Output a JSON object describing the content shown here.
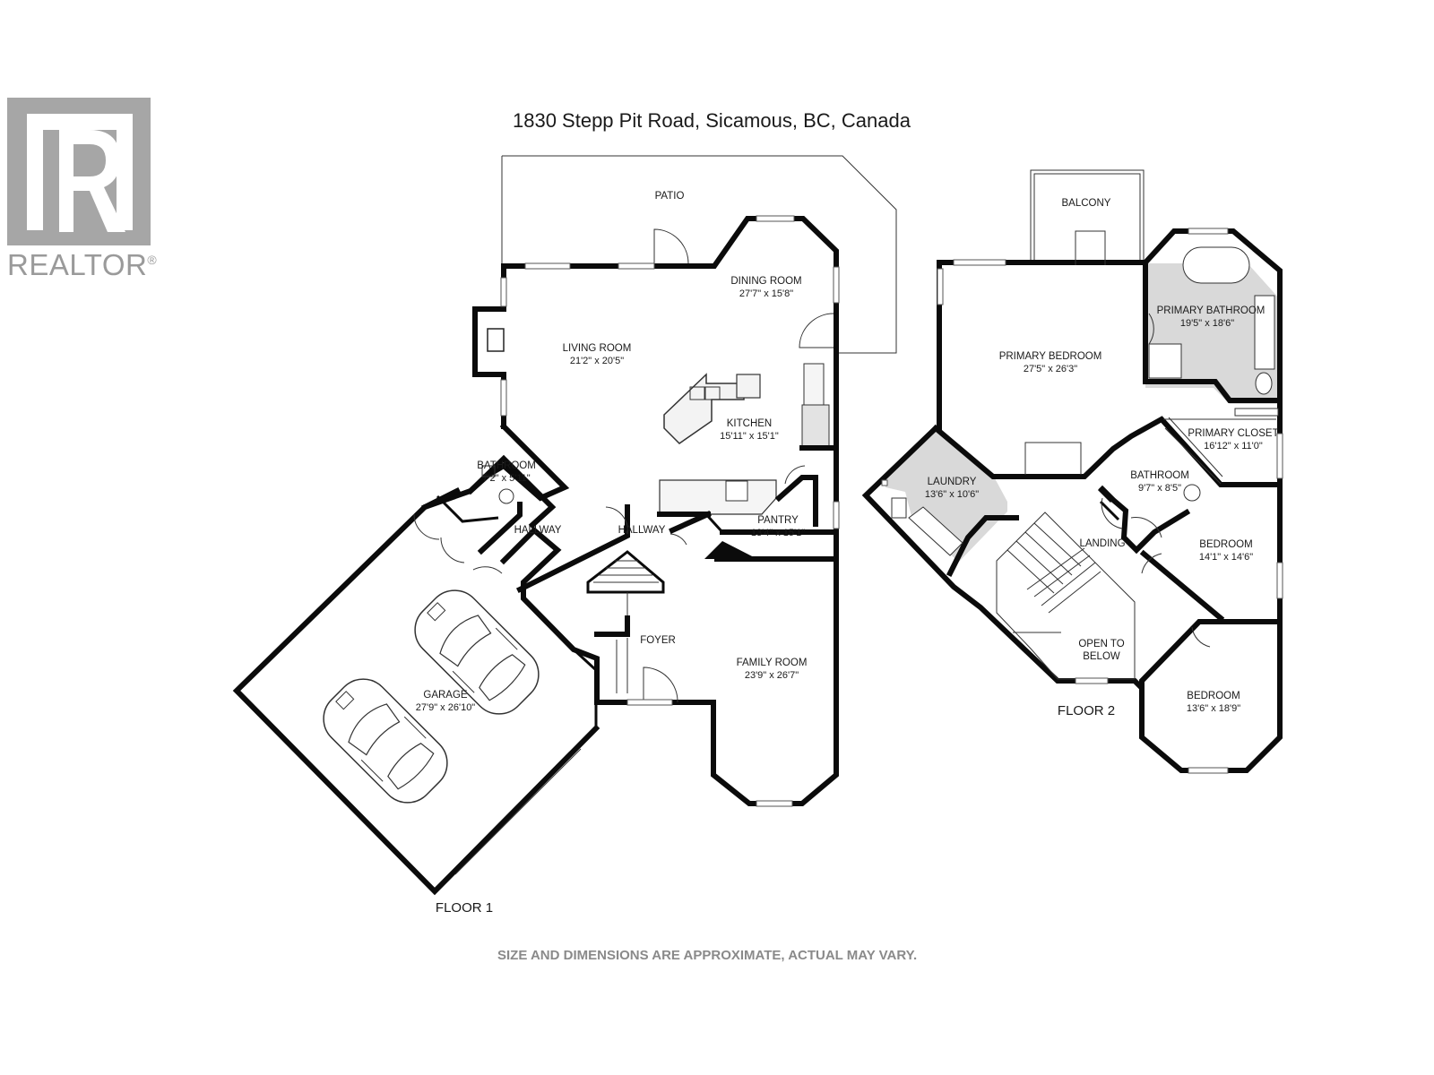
{
  "branding": {
    "logo_text": "REALTOR",
    "logo_mark": "®"
  },
  "title": "1830 Stepp Pit Road, Sicamous, BC, Canada",
  "disclaimer": "SIZE AND DIMENSIONS ARE APPROXIMATE, ACTUAL MAY VARY.",
  "floors": [
    {
      "label": "FLOOR 1",
      "rooms": [
        {
          "name": "PATIO",
          "dims": ""
        },
        {
          "name": "DINING ROOM",
          "dims": "27'7\" x 15'8\""
        },
        {
          "name": "LIVING ROOM",
          "dims": "21'2\" x 20'5\""
        },
        {
          "name": "KITCHEN",
          "dims": "15'11\" x 15'1\""
        },
        {
          "name": "BATHROOM",
          "dims": "7'2\" x 5'11\""
        },
        {
          "name": "HALLWAY",
          "dims": ""
        },
        {
          "name": "HALLWAY",
          "dims": ""
        },
        {
          "name": "PANTRY",
          "dims": "13'4\" x 15'1\""
        },
        {
          "name": "FOYER",
          "dims": ""
        },
        {
          "name": "FAMILY ROOM",
          "dims": "23'9\" x 26'7\""
        },
        {
          "name": "GARAGE",
          "dims": "27'9\" x 26'10\""
        }
      ]
    },
    {
      "label": "FLOOR 2",
      "rooms": [
        {
          "name": "BALCONY",
          "dims": ""
        },
        {
          "name": "PRIMARY BATHROOM",
          "dims": "19'5\" x 18'6\""
        },
        {
          "name": "PRIMARY BEDROOM",
          "dims": "27'5\" x 26'3\""
        },
        {
          "name": "PRIMARY CLOSET",
          "dims": "16'12\" x 11'0\""
        },
        {
          "name": "LAUNDRY",
          "dims": "13'6\" x 10'6\""
        },
        {
          "name": "BATHROOM",
          "dims": "9'7\" x 8'5\""
        },
        {
          "name": "LANDING",
          "dims": ""
        },
        {
          "name": "BEDROOM",
          "dims": "14'1\" x 14'6\""
        },
        {
          "name": "OPEN TO",
          "dims": "BELOW"
        },
        {
          "name": "BEDROOM",
          "dims": "13'6\" x 18'9\""
        }
      ]
    }
  ]
}
